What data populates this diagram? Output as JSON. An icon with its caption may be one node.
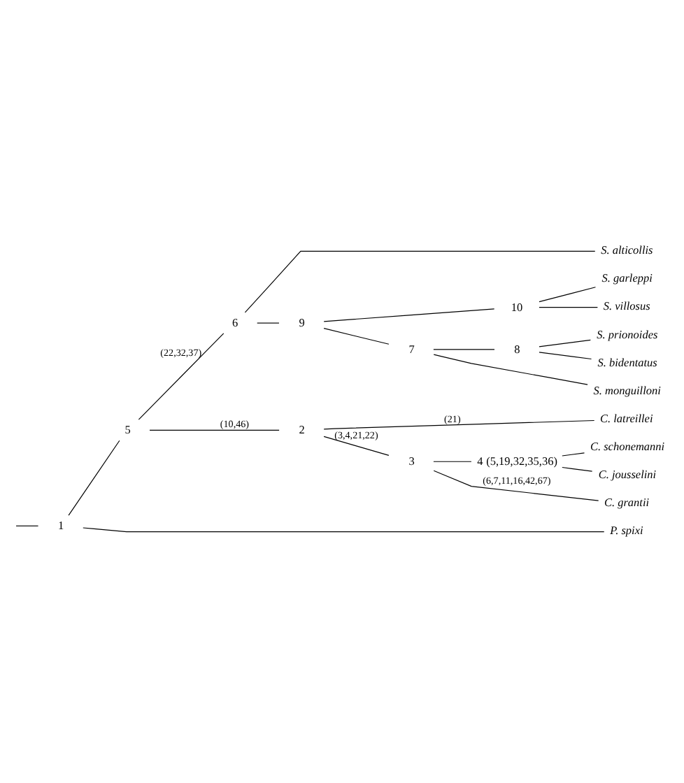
{
  "diagram": {
    "nodes": [
      {
        "text": [
          "S. alticollis"
        ]
      },
      {
        "text": [
          "6"
        ]
      },
      {
        "text": [
          "S. garleppi"
        ]
      },
      {
        "text": [
          "10"
        ]
      },
      {
        "text": [
          "S. villosus"
        ]
      },
      {
        "text": [
          "9"
        ]
      },
      {
        "text": [
          "S. prionoides"
        ]
      },
      {
        "text": [
          "8"
        ]
      },
      {
        "text": [
          "5"
        ]
      },
      {
        "text": [
          "7"
        ]
      },
      {
        "text": [
          "S. bidentatus"
        ]
      },
      {
        "text": [
          "S. monguilloni"
        ]
      },
      {
        "text": [
          "C. latreillei"
        ]
      },
      {
        "text": [
          "1"
        ]
      },
      {
        "text": [
          "2"
        ]
      },
      {
        "text": [
          "C. schonemanni"
        ]
      },
      {
        "text": [
          "4"
        ],
        "beside": [
          "(5,19,32,35,36)"
        ]
      },
      {
        "text": [
          "3"
        ]
      },
      {
        "text": [
          "C. jousselini"
        ]
      },
      {
        "text": [
          "C. grantii"
        ]
      },
      {
        "text": [
          "P. spixi"
        ]
      }
    ],
    "edges": [
      {
        "from": null,
        "to": 13,
        "arrow": "none"
      },
      {
        "from": 13,
        "to": 8,
        "arrow": "none"
      },
      {
        "from": 13,
        "to": 20,
        "arrow": "none"
      },
      {
        "from": 8,
        "to": 1,
        "arrow": "none",
        "label": "(22,32,37)"
      },
      {
        "from": 8,
        "to": 14,
        "arrow": "none",
        "label": "(10,46)"
      },
      {
        "from": 1,
        "to": 0,
        "arrow": "none"
      },
      {
        "from": 1,
        "to": 5,
        "arrow": "none"
      },
      {
        "from": 5,
        "to": 3,
        "arrow": "none"
      },
      {
        "from": 5,
        "to": 9,
        "arrow": "none"
      },
      {
        "from": 3,
        "to": 2,
        "arrow": "none"
      },
      {
        "from": 3,
        "to": 4,
        "arrow": "none"
      },
      {
        "from": 9,
        "to": 7,
        "arrow": "none"
      },
      {
        "from": 9,
        "to": 11,
        "arrow": "none"
      },
      {
        "from": 7,
        "to": 6,
        "arrow": "none"
      },
      {
        "from": 7,
        "to": 10,
        "arrow": "none"
      },
      {
        "from": 14,
        "to": 12,
        "arrow": "none",
        "label": "(21)"
      },
      {
        "from": 14,
        "to": 17,
        "arrow": "none",
        "label": "(3,4,21,22)"
      },
      {
        "from": 17,
        "to": 16,
        "arrow": "none"
      },
      {
        "from": 17,
        "to": 19,
        "arrow": "none",
        "label": "(6,7,11,16,42,67)"
      },
      {
        "from": 16,
        "to": 15,
        "arrow": "none"
      },
      {
        "from": 16,
        "to": 18,
        "arrow": "none"
      }
    ]
  }
}
